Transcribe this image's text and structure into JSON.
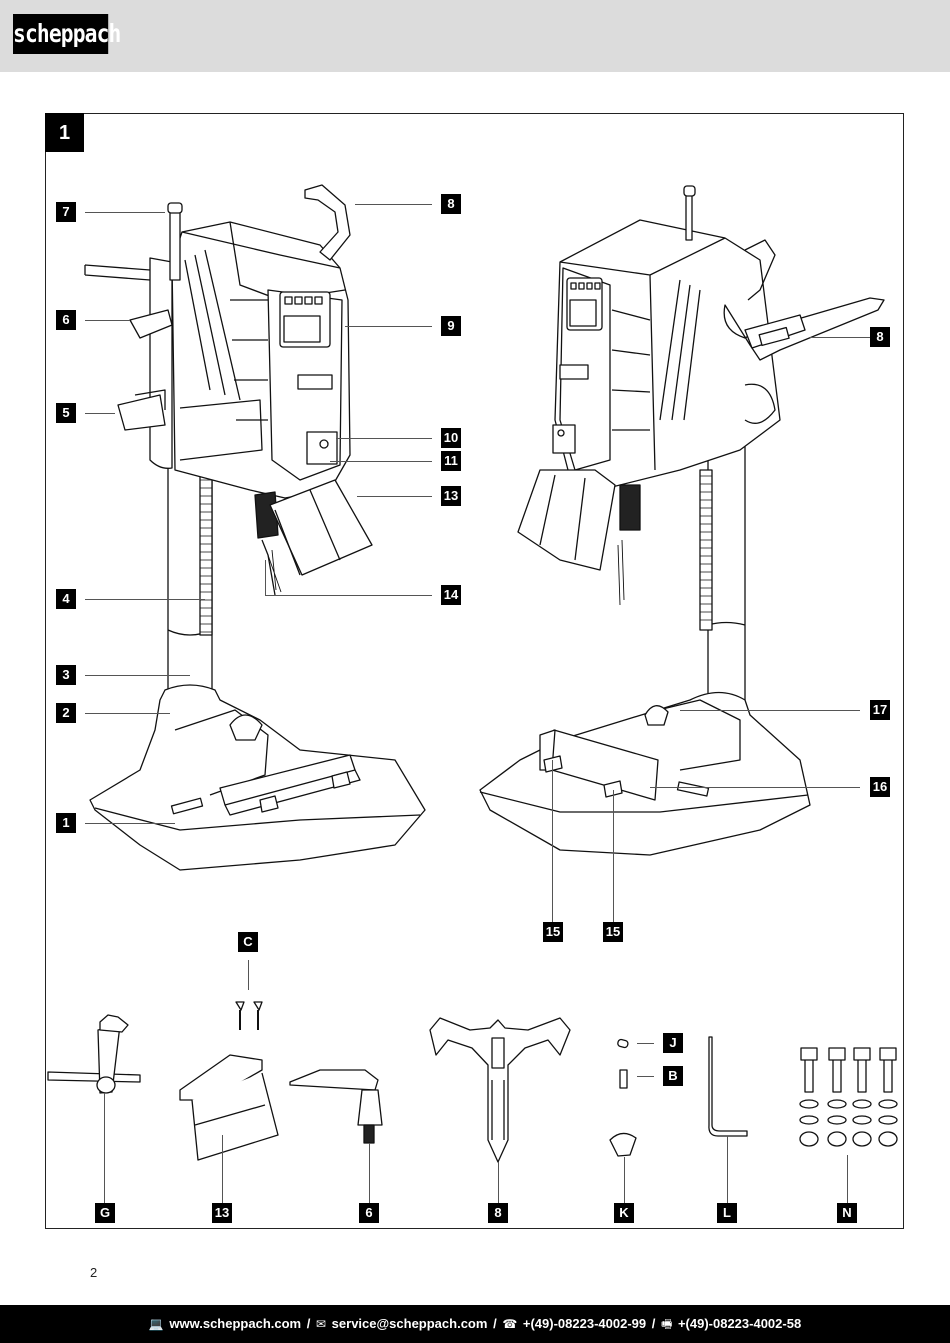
{
  "header": {
    "logo_text": "scheppach"
  },
  "figure": {
    "number": "1",
    "main_callouts": {
      "left_view": [
        "7",
        "6",
        "5",
        "4",
        "3",
        "2",
        "1"
      ],
      "left_view_right": [
        "8",
        "9",
        "10",
        "11",
        "13",
        "14"
      ],
      "right_view": [
        "8",
        "17",
        "16",
        "15",
        "15"
      ]
    },
    "parts_callouts": {
      "C": "C",
      "G": "G",
      "p13": "13",
      "p6": "6",
      "p8": "8",
      "J": "J",
      "B": "B",
      "K": "K",
      "L": "L",
      "N": "N"
    }
  },
  "page_number": "2",
  "footer": {
    "web_icon": "computer-icon",
    "website": "www.scheppach.com",
    "mail_icon": "mail-icon",
    "email": "service@scheppach.com",
    "phone_icon": "phone-icon",
    "phone": "+(49)-08223-4002-99",
    "fax_icon": "fax-icon",
    "fax": "+(49)-08223-4002-58",
    "separator": "/"
  }
}
